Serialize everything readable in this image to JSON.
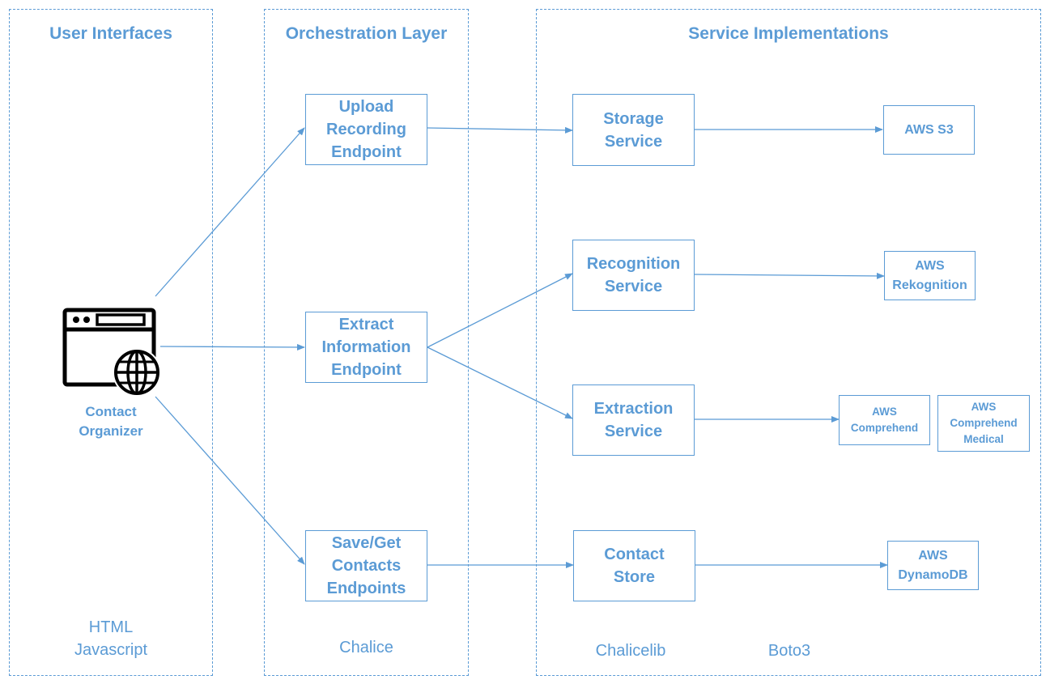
{
  "lanes": {
    "user_interfaces": {
      "title": "User Interfaces",
      "footer": [
        "HTML",
        "Javascript"
      ]
    },
    "orchestration": {
      "title": "Orchestration Layer",
      "footer": [
        "Chalice"
      ]
    },
    "services": {
      "title": "Service Implementations",
      "footer": [
        "Chalicelib",
        "Boto3"
      ]
    }
  },
  "app": {
    "icon": "browser-globe-icon",
    "label": [
      "Contact",
      "Organizer"
    ]
  },
  "endpoints": {
    "upload": [
      "Upload",
      "Recording",
      "Endpoint"
    ],
    "extract": [
      "Extract",
      "Information",
      "Endpoint"
    ],
    "contacts": [
      "Save/Get",
      "Contacts",
      "Endpoints"
    ]
  },
  "services": {
    "storage": [
      "Storage",
      "Service"
    ],
    "recognition": [
      "Recognition",
      "Service"
    ],
    "extraction": [
      "Extraction",
      "Service"
    ],
    "contact_store": [
      "Contact",
      "Store"
    ]
  },
  "aws": {
    "s3": [
      "AWS S3"
    ],
    "rekognition": [
      "AWS",
      "Rekognition"
    ],
    "comprehend": [
      "AWS",
      "Comprehend"
    ],
    "comprehend_medical": [
      "AWS",
      "Comprehend",
      "Medical"
    ],
    "dynamodb": [
      "AWS",
      "DynamoDB"
    ]
  },
  "colors": {
    "accent": "#5b9bd5",
    "icon": "#000000",
    "background": "#ffffff"
  }
}
